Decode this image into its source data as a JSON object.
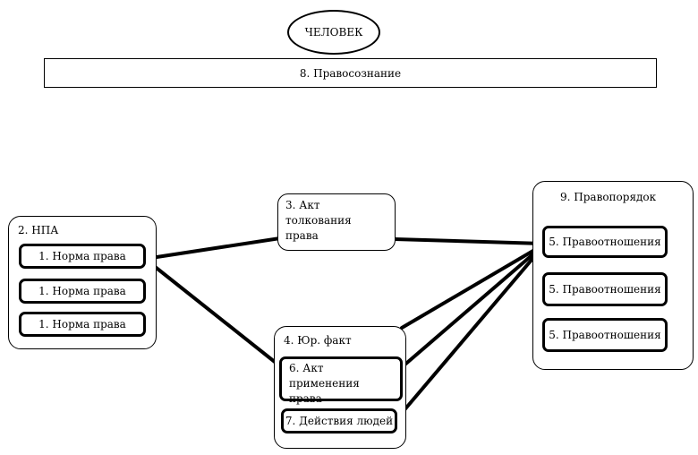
{
  "nodes": {
    "person": "ЧЕЛОВЕК",
    "awareness": "8. Правосознание",
    "npa": {
      "label": "2. НПА",
      "norms": [
        "1. Норма права",
        "1. Норма права",
        "1. Норма права"
      ]
    },
    "interpretation": "3. Акт толкования права",
    "legal_fact": {
      "label": "4. Юр. факт",
      "application": "6. Акт применения права",
      "actions": "7. Действия людей"
    },
    "law_order": {
      "label": "9. Правопорядок",
      "relations": [
        "5. Правоотношения",
        "5. Правоотношения",
        "5. Правоотношения"
      ]
    }
  },
  "connections": [
    [
      "1. Норма права",
      "3. Акт толкования права"
    ],
    [
      "1. Норма права",
      "6. Акт применения права"
    ],
    [
      "3. Акт толкования права",
      "5. Правоотношения"
    ],
    [
      "4. Юр. факт",
      "5. Правоотношения"
    ],
    [
      "6. Акт применения права",
      "5. Правоотношения"
    ],
    [
      "7. Действия людей",
      "5. Правоотношения"
    ]
  ]
}
